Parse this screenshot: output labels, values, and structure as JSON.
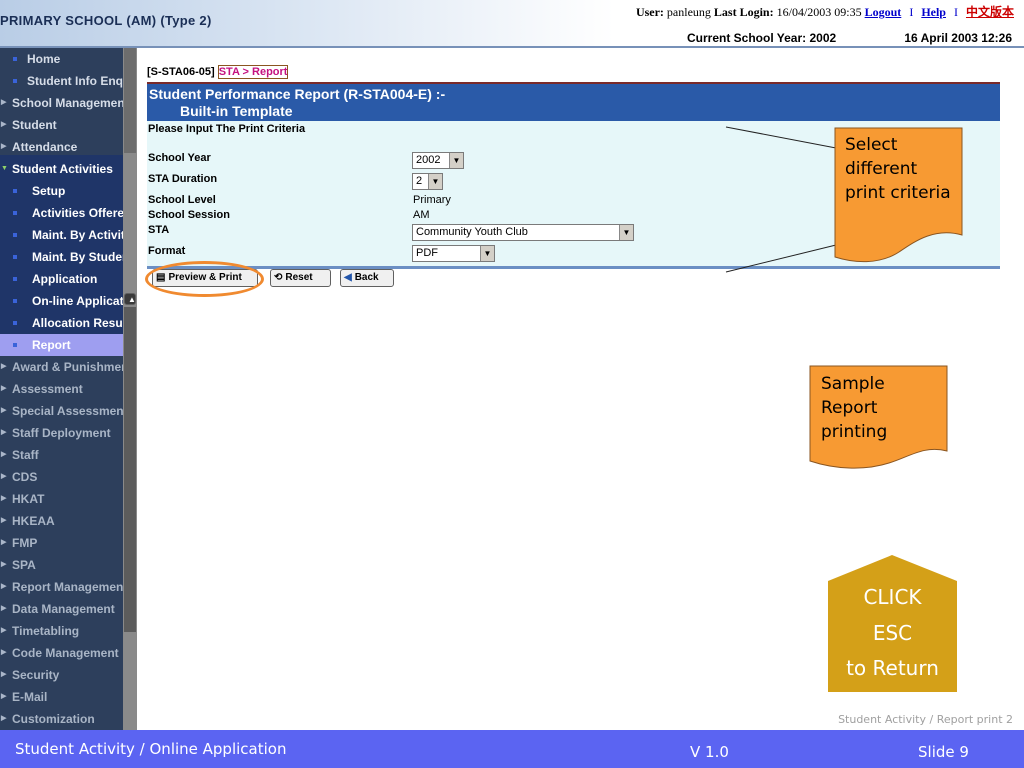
{
  "header": {
    "school_name": "PRIMARY SCHOOL (AM) (Type 2)",
    "user_label": "User:",
    "user_name": "panleung",
    "last_login_label": "Last Login:",
    "last_login_value": "16/04/2003 09:35",
    "logout": "Logout",
    "help": "Help",
    "chinese": "中文版本",
    "separator": "I",
    "school_year": "Current School Year: 2002",
    "datetime": "16 April 2003 12:26"
  },
  "sidebar": {
    "items": [
      {
        "label": "Home"
      },
      {
        "label": "Student Info Enquiry"
      },
      {
        "label": "School Management"
      },
      {
        "label": "Student"
      },
      {
        "label": "Attendance"
      },
      {
        "label": "Student Activities"
      },
      {
        "label": "Setup"
      },
      {
        "label": "Activities Offered"
      },
      {
        "label": "Maint. By Activity"
      },
      {
        "label": "Maint. By Student"
      },
      {
        "label": "Application"
      },
      {
        "label": "On-line Application"
      },
      {
        "label": "Allocation Result"
      },
      {
        "label": "Report"
      },
      {
        "label": "Award & Punishment"
      },
      {
        "label": "Assessment"
      },
      {
        "label": "Special Assessment"
      },
      {
        "label": "Staff Deployment"
      },
      {
        "label": "Staff"
      },
      {
        "label": "CDS"
      },
      {
        "label": "HKAT"
      },
      {
        "label": "HKEAA"
      },
      {
        "label": "FMP"
      },
      {
        "label": "SPA"
      },
      {
        "label": "Report Management"
      },
      {
        "label": "Data Management"
      },
      {
        "label": "Timetabling"
      },
      {
        "label": "Code Management"
      },
      {
        "label": "Security"
      },
      {
        "label": "E-Mail"
      },
      {
        "label": "Customization"
      }
    ]
  },
  "breadcrumb": {
    "code": "[S-STA06-05]",
    "path": "STA > Report"
  },
  "form": {
    "title_line1": "Student Performance Report (R-STA004-E) :-",
    "title_line2": "Built-in Template",
    "instruction": "Please Input The Print Criteria",
    "fields": {
      "school_year_label": "School Year",
      "school_year_value": "2002",
      "sta_duration_label": "STA Duration",
      "sta_duration_value": "2",
      "school_level_label": "School Level",
      "school_level_value": "Primary",
      "school_session_label": "School Session",
      "school_session_value": "AM",
      "sta_label": "STA",
      "sta_value": "Community Youth Club",
      "format_label": "Format",
      "format_value": "PDF"
    },
    "buttons": {
      "preview_print": "Preview & Print",
      "reset": "Reset",
      "back": "Back"
    }
  },
  "callouts": {
    "criteria_line1": "Select",
    "criteria_line2": "different",
    "criteria_line3": "print criteria",
    "sample_line1": "Sample",
    "sample_line2": "Report",
    "sample_line3": "printing",
    "esc_line1": "CLICK",
    "esc_line2": "ESC",
    "esc_line3": "to Return"
  },
  "slide_caption": "Student Activity / Report print 2",
  "footer": {
    "title": "Student Activity / Online Application",
    "version": "V 1.0",
    "slide": "Slide 9"
  },
  "colors": {
    "sidebar": "#2d3f5c",
    "titlebar": "#2a5aa8",
    "callout": "#f79a33",
    "esc_button": "#d4a018",
    "footer": "#5b64f2",
    "highlight": "#f08a30"
  }
}
